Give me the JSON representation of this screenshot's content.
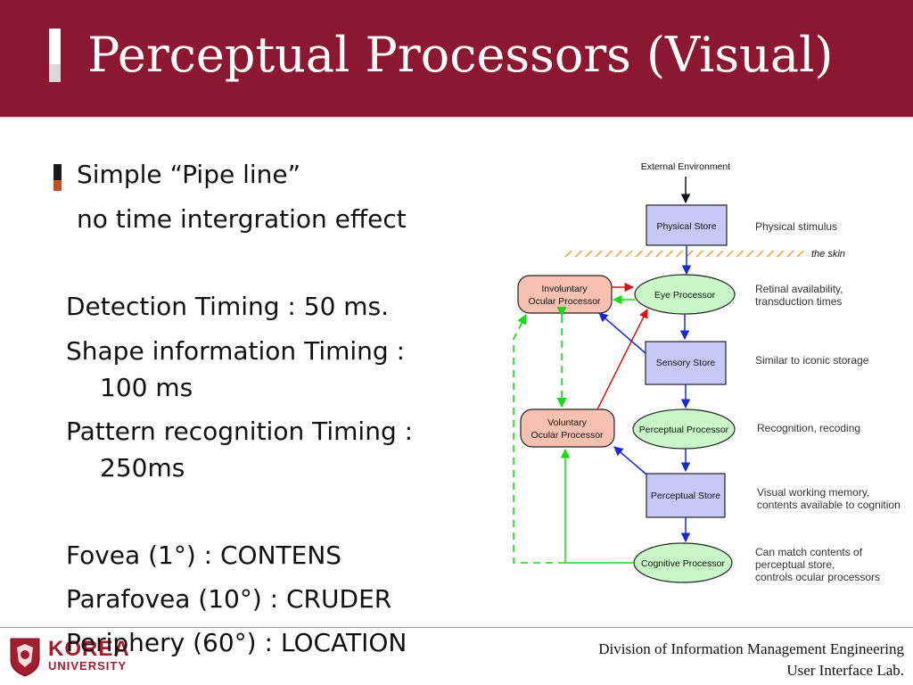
{
  "slide": {
    "title": "Perceptual Processors (Visual)",
    "bullet_line1": "Simple “Pipe line”",
    "bullet_line2": "no time intergration effect",
    "timing_detection": "Detection Timing : 50 ms.",
    "timing_shape_1": "Shape information  Timing :",
    "timing_shape_2": "100 ms",
    "timing_pattern_1": "Pattern recognition Timing :",
    "timing_pattern_2": "250ms",
    "fovea": "Fovea (1°) : CONTENS",
    "parafovea": "Parafovea (10°) : CRUDER",
    "periphery": "Periphery (60°) : LOCATION"
  },
  "diagram": {
    "external_environment": "External Environment",
    "physical_store": "Physical Store",
    "the_skin": "the skin",
    "eye_processor": "Eye Processor",
    "sensory_store": "Sensory Store",
    "perceptual_processor": "Perceptual Processor",
    "perceptual_store": "Perceptual Store",
    "cognitive_processor": "Cognitive Processor",
    "involuntary_1": "Involuntary",
    "involuntary_2": "Ocular Processor",
    "voluntary_1": "Voluntary",
    "voluntary_2": "Ocular Processor",
    "desc_physical": "Physical stimulus",
    "desc_eye_1": "Retinal availability,",
    "desc_eye_2": "transduction times",
    "desc_sensory": "Similar to iconic storage",
    "desc_perceptual_proc": "Recognition, recoding",
    "desc_perceptual_store_1": "Visual working memory,",
    "desc_perceptual_store_2": "contents available to cognition",
    "desc_cognitive_1": "Can match contents of",
    "desc_cognitive_2": "perceptual store,",
    "desc_cognitive_3": "controls ocular processors"
  },
  "footer": {
    "line1": "Division of Information Management Engineering",
    "line2": "User Interface Lab.",
    "logo_top": "KOREA",
    "logo_bottom": "UNIVERSITY"
  },
  "colors": {
    "header_bg": "#8b1730",
    "store_fill": "#c8c8f8",
    "processor_fill": "#c8f8c8",
    "ocular_fill": "#f8c0b0",
    "arrow_black": "#111111",
    "arrow_blue": "#1a2ad0",
    "arrow_red": "#e01010",
    "arrow_green": "#10e010",
    "skin_hatch": "#f0a040"
  }
}
